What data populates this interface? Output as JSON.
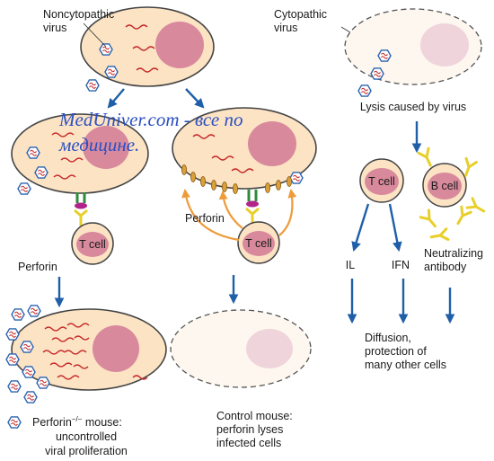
{
  "labels": {
    "noncytopathic_line1": "Noncytopathic",
    "noncytopathic_line2": "virus",
    "cytopathic_line1": "Cytopathic",
    "cytopathic_line2": "virus",
    "lysis": "Lysis caused by virus",
    "perforin_middle": "Perforin",
    "perforin_left": "Perforin",
    "tcell_left": "T cell",
    "tcell_middle": "T cell",
    "tcell_right": "T cell",
    "bcell": "B cell",
    "il": "IL",
    "ifn": "IFN",
    "neutralizing_line1": "Neutralizing",
    "neutralizing_line2": "antibody",
    "diffusion_line1": "Diffusion,",
    "diffusion_line2": "protection of",
    "diffusion_line3": "many other cells",
    "left_caption_line1": "Perforin",
    "left_caption_sup": "−/−",
    "left_caption_line1b": " mouse:",
    "left_caption_line2": "uncontrolled",
    "left_caption_line3": "viral proliferation",
    "mid_caption_line1": "Control mouse:",
    "mid_caption_line2": "perforin lyses",
    "mid_caption_line3": "infected cells"
  },
  "watermark": {
    "line1": "MedUniver.com - все по",
    "line2": "медицине."
  },
  "colors": {
    "cell_fill": "#fbe3c4",
    "nucleus": "#d9899c",
    "arrow_blue": "#1f5fa8",
    "arrow_orange": "#ee9b3a",
    "virus_rna": "#c62828",
    "virus_shell": "#2b63b0",
    "antibody": "#e8cf2a",
    "watermark": "#2b4fc4"
  }
}
